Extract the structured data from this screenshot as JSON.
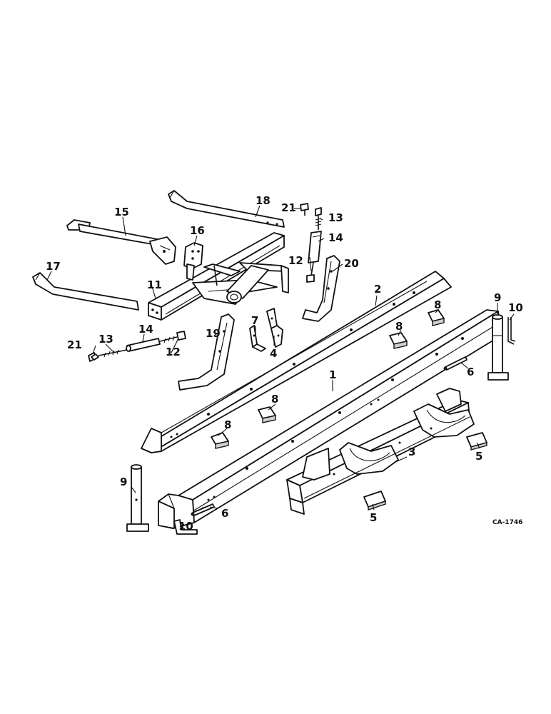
{
  "diagram": {
    "drawing_code": "CA-1746",
    "callouts": [
      {
        "id": "c1",
        "text": "1"
      },
      {
        "id": "c2",
        "text": "2"
      },
      {
        "id": "c3",
        "text": "3"
      },
      {
        "id": "c4",
        "text": "4"
      },
      {
        "id": "c5a",
        "text": "5"
      },
      {
        "id": "c5b",
        "text": "5"
      },
      {
        "id": "c6a",
        "text": "6"
      },
      {
        "id": "c6b",
        "text": "6"
      },
      {
        "id": "c7",
        "text": "7"
      },
      {
        "id": "c8a",
        "text": "8"
      },
      {
        "id": "c8b",
        "text": "8"
      },
      {
        "id": "c8c",
        "text": "8"
      },
      {
        "id": "c8d",
        "text": "8"
      },
      {
        "id": "c9a",
        "text": "9"
      },
      {
        "id": "c9b",
        "text": "9"
      },
      {
        "id": "c10a",
        "text": "10"
      },
      {
        "id": "c10b",
        "text": "10"
      },
      {
        "id": "c11",
        "text": "11"
      },
      {
        "id": "c12a",
        "text": "12"
      },
      {
        "id": "c12b",
        "text": "12"
      },
      {
        "id": "c13a",
        "text": "13"
      },
      {
        "id": "c13b",
        "text": "13"
      },
      {
        "id": "c14a",
        "text": "14"
      },
      {
        "id": "c14b",
        "text": "14"
      },
      {
        "id": "c15",
        "text": "15"
      },
      {
        "id": "c16",
        "text": "16"
      },
      {
        "id": "c17",
        "text": "17"
      },
      {
        "id": "c18",
        "text": "18"
      },
      {
        "id": "c19",
        "text": "19"
      },
      {
        "id": "c20",
        "text": "20"
      },
      {
        "id": "c21a",
        "text": "21"
      },
      {
        "id": "c21b",
        "text": "21"
      }
    ]
  }
}
